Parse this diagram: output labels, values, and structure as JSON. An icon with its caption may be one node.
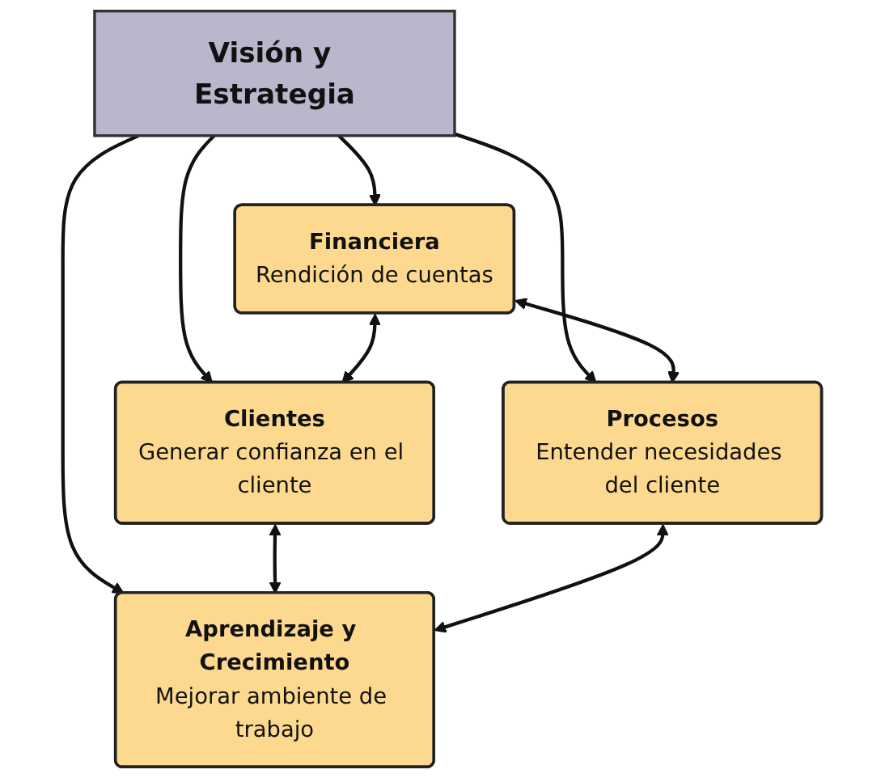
{
  "diagram": {
    "nodes": [
      {
        "text": [
          "Financiera",
          "Rendición de cuentas"
        ]
      },
      {
        "text": [
          "Clientes",
          "Generar confianza en el cliente"
        ]
      },
      {
        "text": [
          "Visión y Estrategia"
        ]
      },
      {
        "text": [
          "Procesos",
          "Entender necesidades del cliente"
        ]
      },
      {
        "text": [
          "Aprendizaje y Crecimiento",
          "Mejorar ambiente de trabajo"
        ]
      }
    ],
    "edges": [
      {
        "from": 2,
        "to": 0,
        "arrow": "to"
      },
      {
        "from": 2,
        "to": 1,
        "arrow": "to"
      },
      {
        "from": 2,
        "to": 3,
        "arrow": "to"
      },
      {
        "from": 2,
        "to": 4,
        "arrow": "to"
      },
      {
        "from": 0,
        "to": 1,
        "arrow": "both"
      },
      {
        "from": 0,
        "to": 3,
        "arrow": "both"
      },
      {
        "from": 1,
        "to": 4,
        "arrow": "both"
      },
      {
        "from": 3,
        "to": 4,
        "arrow": "both"
      }
    ]
  }
}
